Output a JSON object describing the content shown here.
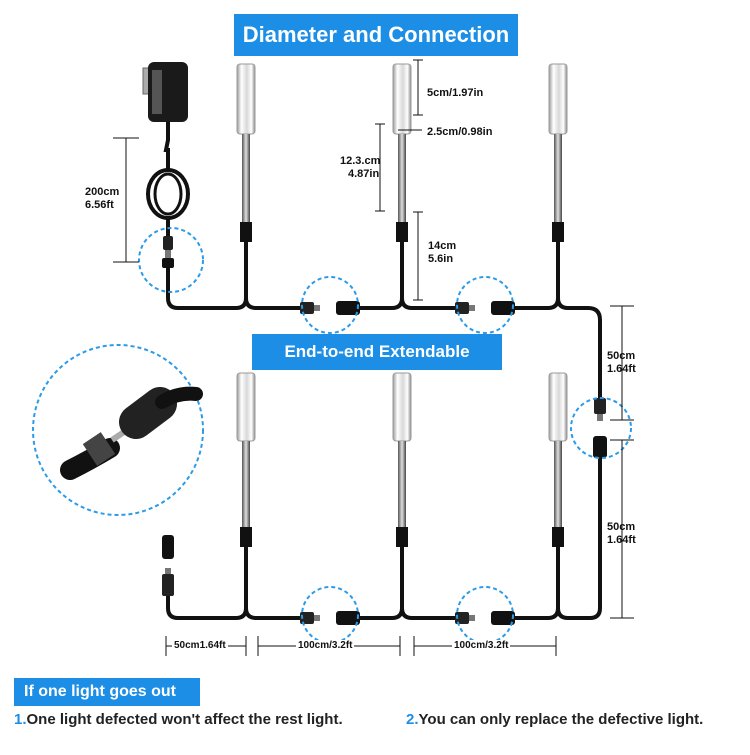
{
  "header": {
    "title": "Diameter and Connection"
  },
  "middle": {
    "title": "End-to-end Extendable"
  },
  "footer": {
    "title": "If one light goes out",
    "notes": [
      {
        "num": "1.",
        "text": "One light defected won't affect the rest light."
      },
      {
        "num": "2.",
        "text": "You can only replace the defective light."
      }
    ]
  },
  "dimensions": {
    "lamp_top": "5cm/1.97in",
    "lamp_diameter": "2.5cm/0.98in",
    "stake_cm": "12.3.cm",
    "stake_in": "4.87in",
    "cable_cm": "14cm",
    "cable_in": "5.6in",
    "adapter_cm": "200cm",
    "adapter_ft": "6.56ft",
    "side_upper_cm": "50cm",
    "side_upper_ft": "1.64ft",
    "side_lower_cm": "50cm",
    "side_lower_ft": "1.64ft",
    "bottom_lead": "50cm1.64ft",
    "bottom_gap_1": "100cm/3.2ft",
    "bottom_gap_2": "100cm/3.2ft"
  },
  "colors": {
    "accent": "#1d8ee6",
    "cable": "#111111",
    "dashed_circle": "#2b9be8"
  }
}
